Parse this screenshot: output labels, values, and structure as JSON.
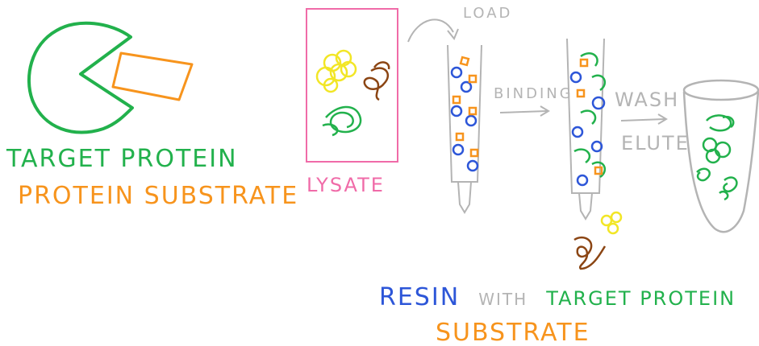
{
  "labels": {
    "target_protein": "TARGET PROTEIN",
    "protein_substrate": "PROTEIN SUBSTRATE",
    "lysate": "LYSATE",
    "load": "LOAD",
    "binding": "BINDING",
    "wash": "WASH",
    "elute": "ELUTE",
    "resin": "RESIN",
    "with": "WITH",
    "resin_target_protein": "TARGET PROTEIN",
    "substrate": "SUBSTRATE"
  },
  "colors": {
    "target": "#22b14c",
    "substrate": "#f7941d",
    "lysate_box": "#f06ba8",
    "resin": "#2d56d8",
    "gray": "#b4b4b4",
    "yellow": "#f2e626",
    "brown": "#8b4513"
  }
}
